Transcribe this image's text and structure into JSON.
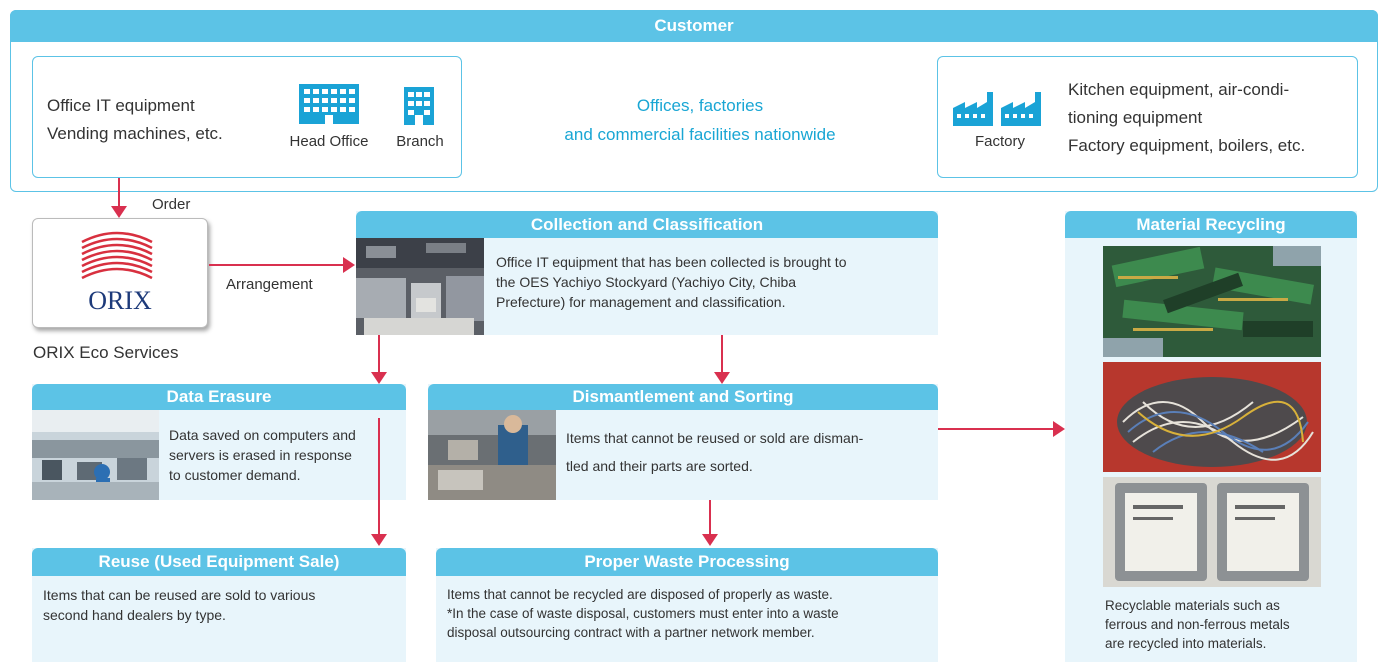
{
  "customer": {
    "header": "Customer",
    "left_text": [
      "Office IT equipment",
      "Vending machines, etc."
    ],
    "head_office_label": "Head Office",
    "branch_label": "Branch",
    "center_text": [
      "Offices, factories",
      "and commercial facilities nationwide"
    ],
    "factory_label": "Factory",
    "right_text": [
      "Kitchen equipment, air-condi-",
      "tioning equipment",
      "Factory equipment, boilers, etc."
    ]
  },
  "orix": {
    "order_label": "Order",
    "logo_text": "ORIX",
    "name": "ORIX Eco Services",
    "arrangement_label": "Arrangement"
  },
  "collection": {
    "title": "Collection and Classification",
    "text": [
      "Office IT equipment that has been collected is brought to",
      "the OES Yachiyo Stockyard (Yachiyo City, Chiba",
      "Prefecture) for management and classification."
    ]
  },
  "erasure": {
    "title": "Data Erasure",
    "text": [
      "Data saved on computers and",
      "servers is erased in response",
      "to customer demand."
    ]
  },
  "dismantle": {
    "title": "Dismantlement and Sorting",
    "text": [
      "Items that cannot be reused or sold are disman-",
      "tled and their parts are sorted."
    ]
  },
  "reuse": {
    "title": "Reuse (Used Equipment Sale)",
    "text": [
      "Items that can be reused are sold to various",
      "second hand dealers by type."
    ]
  },
  "waste": {
    "title": "Proper Waste Processing",
    "text": [
      "Items that cannot be recycled are disposed of properly as waste.",
      "*In the case of waste disposal, customers must enter into a waste",
      "disposal outsourcing contract with a partner network member."
    ]
  },
  "recycling": {
    "title": "Material Recycling",
    "text": [
      "Recyclable materials such as",
      "ferrous and non-ferrous metals",
      "are recycled into materials."
    ]
  },
  "colors": {
    "header": "#5cc3e6",
    "panel": "#e8f5fb",
    "arrow": "#d9304f",
    "accent": "#19a6d4"
  }
}
